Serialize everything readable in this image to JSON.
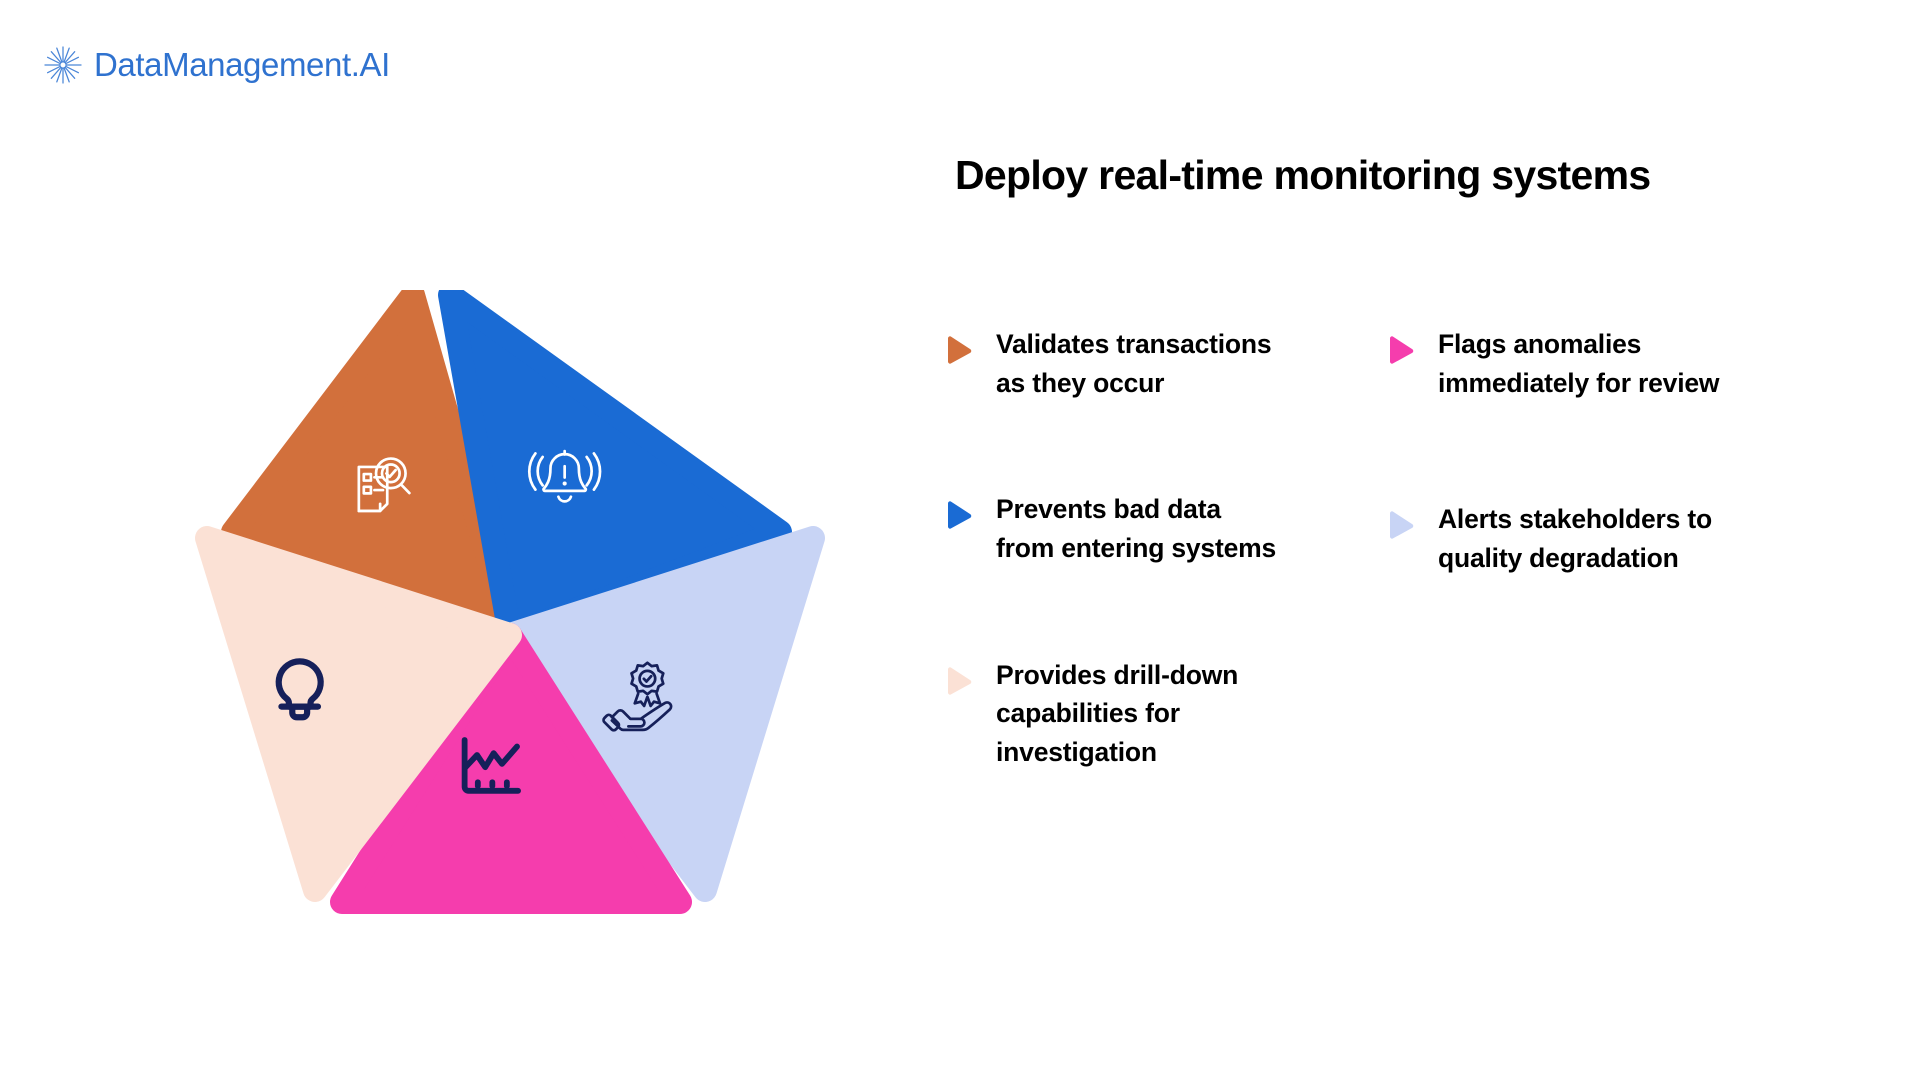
{
  "brand": {
    "name": "DataManagement.AI",
    "mark_icon": "starburst-icon",
    "color": "#2f72cf"
  },
  "header": {
    "title": "Deploy real-time monitoring systems"
  },
  "diagram": {
    "type": "pentagon-segments",
    "segments": [
      {
        "position": "top-left",
        "color": "#d2703c",
        "icon": "document-magnifier-check-icon",
        "icon_color": "#ffffff"
      },
      {
        "position": "top-right",
        "color": "#1a6bd4",
        "icon": "alert-bell-icon",
        "icon_color": "#ffffff"
      },
      {
        "position": "bottom-right",
        "color": "#c8d4f5",
        "icon": "hand-quality-badge-icon",
        "icon_color": "#16205a"
      },
      {
        "position": "bottom",
        "color": "#f53dad",
        "icon": "line-chart-icon",
        "icon_color": "#16205a"
      },
      {
        "position": "bottom-left",
        "color": "#fbe1d5",
        "icon": "lightbulb-icon",
        "icon_color": "#16205a"
      }
    ]
  },
  "columns": {
    "left": [
      {
        "marker_color": "#d2703c",
        "label": "Validates transactions as they occur"
      },
      {
        "marker_color": "#1a6bd4",
        "label": "Prevents bad data from entering systems"
      },
      {
        "marker_color": "#fbe1d5",
        "label": "Provides drill-down capabilities for investigation"
      }
    ],
    "right": [
      {
        "marker_color": "#f53dad",
        "label": "Flags anomalies immediately for review"
      },
      {
        "marker_color": "#c8d4f5",
        "label": "Alerts stakeholders to quality degradation"
      }
    ]
  }
}
